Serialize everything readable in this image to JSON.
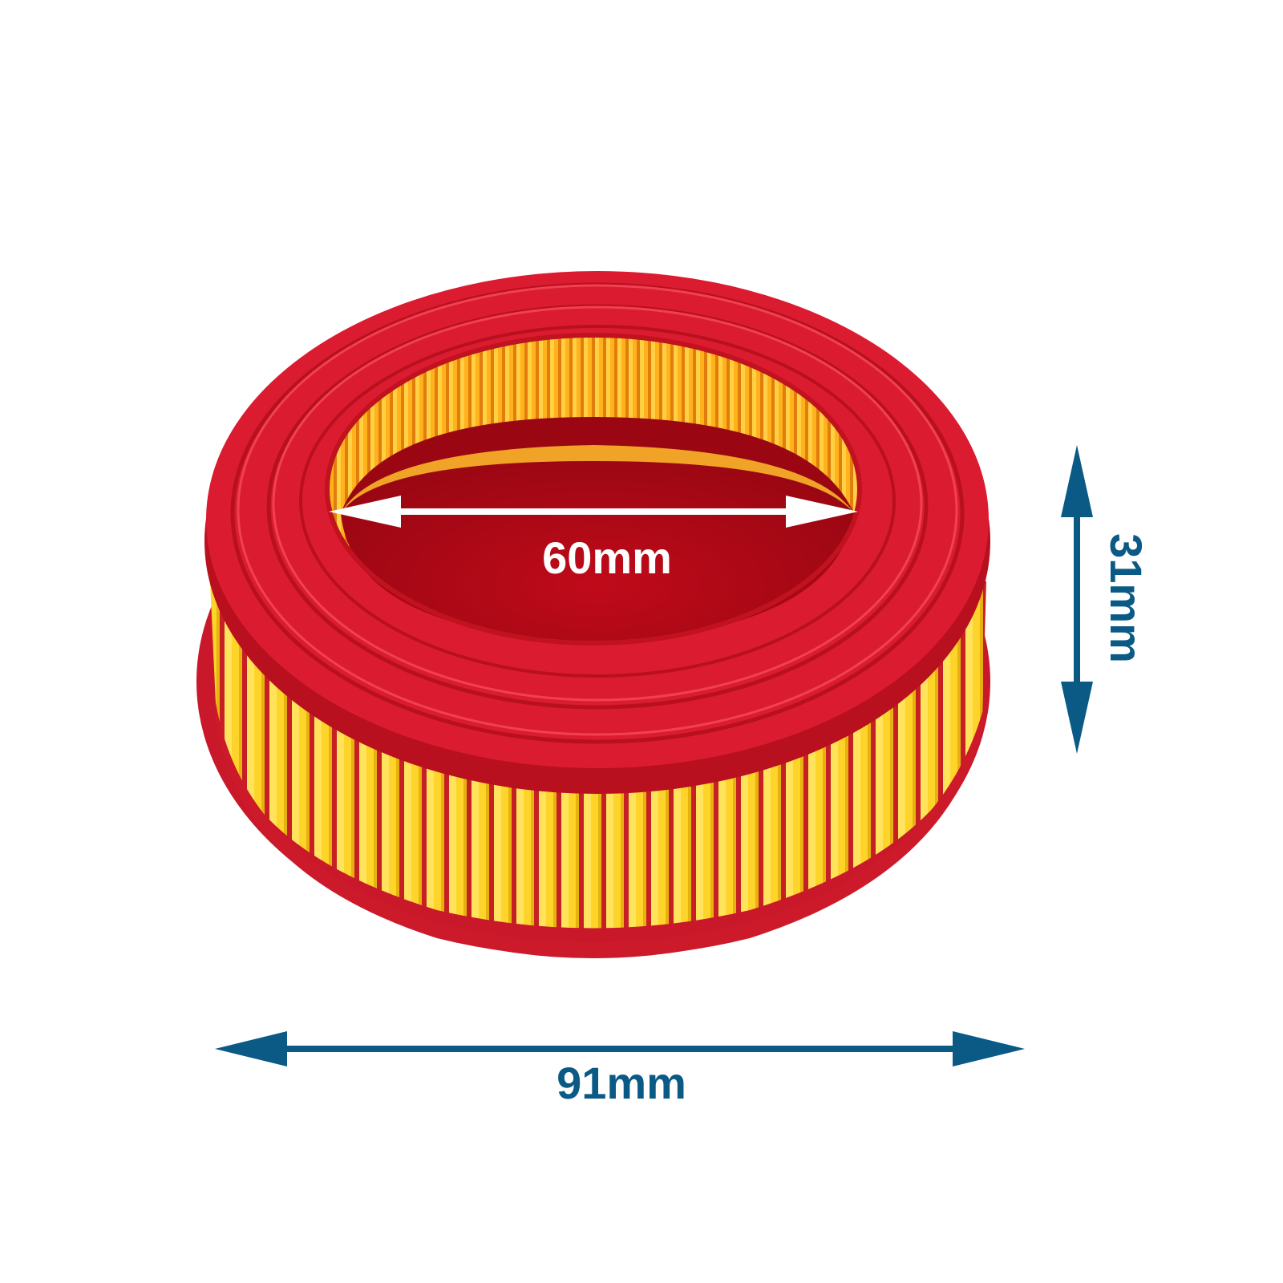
{
  "product": {
    "name": "round-air-filter",
    "colors": {
      "rubber_red": "#d9142a",
      "rubber_dark": "#a80d1c",
      "pleat_yellow": "#ffd21f",
      "pleat_orange": "#f4a21a",
      "background": "#ffffff"
    }
  },
  "dimensions": {
    "inner_diameter": {
      "label": "60mm",
      "color": "#ffffff"
    },
    "height": {
      "label": "31mm",
      "color": "#0b5a86"
    },
    "outer_diameter": {
      "label": "91mm",
      "color": "#0b5a86"
    }
  }
}
